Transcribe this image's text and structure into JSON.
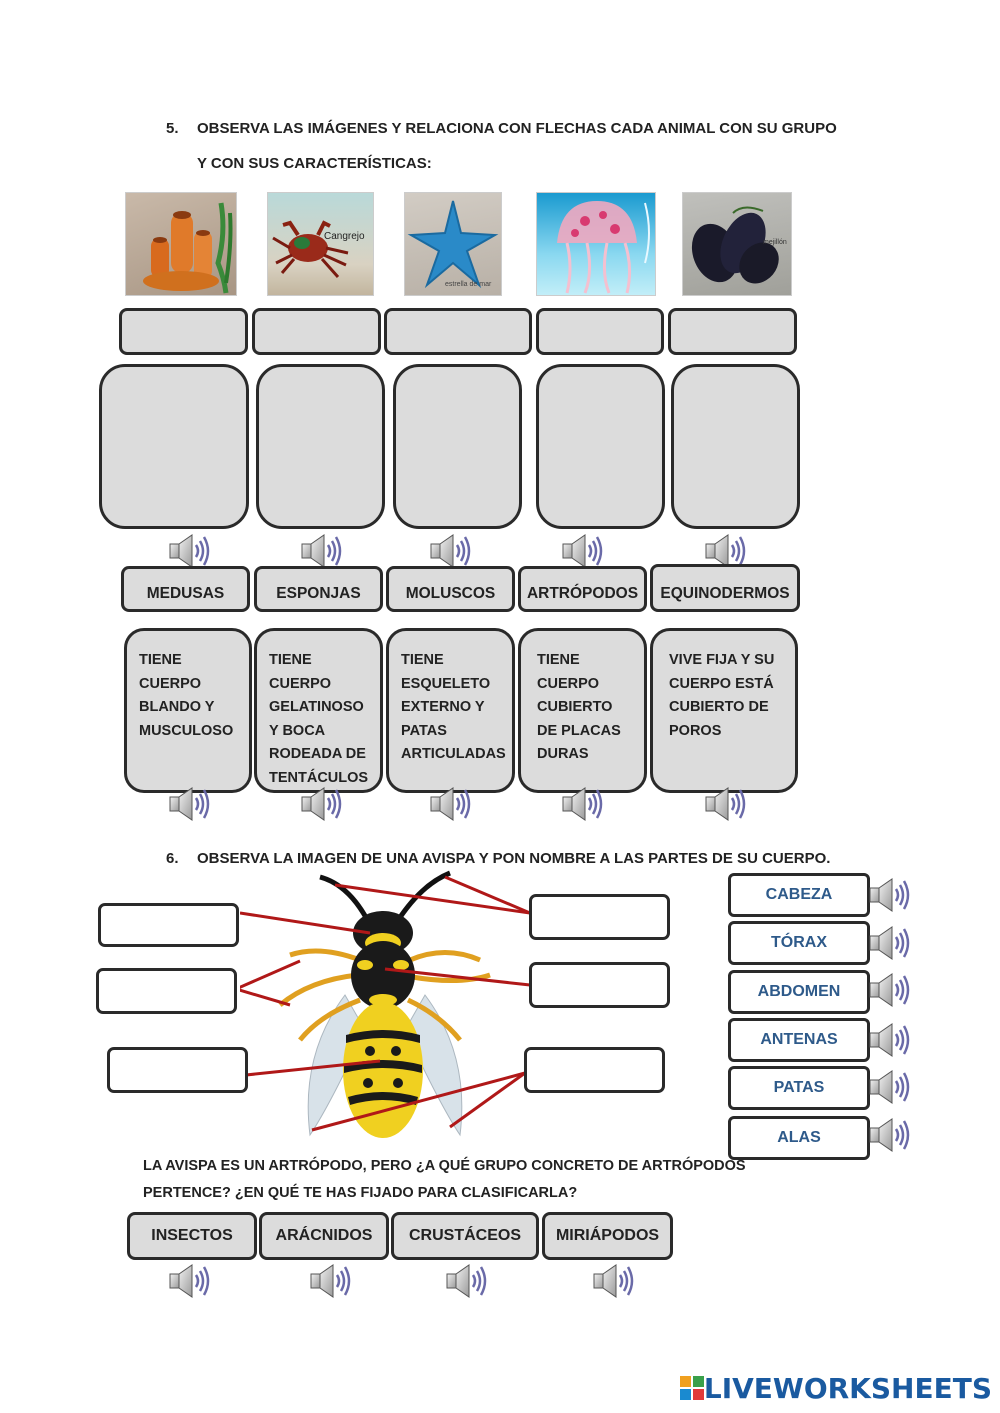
{
  "q5": {
    "number": "5.",
    "line1": "OBSERVA LAS IMÁGENES Y RELACIONA CON FLECHAS CADA ANIMAL CON SU GRUPO",
    "line2": "Y CON SUS CARACTERÍSTICAS:"
  },
  "photos": [
    {
      "name": "esponja",
      "caption": ""
    },
    {
      "name": "cangrejo",
      "caption": "Cangrejo"
    },
    {
      "name": "estrella",
      "caption": "estrella de mar"
    },
    {
      "name": "medusa",
      "caption": ""
    },
    {
      "name": "mejillon",
      "caption": "mejillón"
    }
  ],
  "groups": [
    "MEDUSAS",
    "ESPONJAS",
    "MOLUSCOS",
    "ARTRÓPODOS",
    "EQUINODERMOS"
  ],
  "characteristics": [
    "TIENE CUERPO BLANDO Y MUSCULOSO",
    "TIENE CUERPO GELATINOSO Y BOCA RODEADA DE TENTÁCULOS",
    "TIENE ESQUELETO EXTERNO Y PATAS ARTICULADAS",
    "TIENE CUERPO CUBIERTO DE PLACAS DURAS",
    "VIVE FIJA Y SU CUERPO ESTÁ CUBIERTO DE POROS"
  ],
  "q6": {
    "number": "6.",
    "title": "OBSERVA LA IMAGEN DE UNA AVISPA Y PON NOMBRE A LAS PARTES DE SU CUERPO."
  },
  "parts": [
    "CABEZA",
    "TÓRAX",
    "ABDOMEN",
    "ANTENAS",
    "PATAS",
    "ALAS"
  ],
  "question": {
    "line1": "LA AVISPA ES UN ARTRÓPODO, PERO ¿A QUÉ GRUPO CONCRETO DE ARTRÓPODOS",
    "line2": "PERTENCE? ¿EN QUÉ TE HAS FIJADO PARA CLASIFICARLA?"
  },
  "arthropods": [
    "INSECTOS",
    "ARÁCNIDOS",
    "CRUSTÁCEOS",
    "MIRIÁPODOS"
  ],
  "brand": {
    "name": "LIVEWORKSHEETS"
  },
  "colors": {
    "label_blue": "#2e5a8a",
    "box_gray": "#dcdcdc",
    "line_red": "#b01818",
    "brand_blue": "#1a5aa0"
  }
}
